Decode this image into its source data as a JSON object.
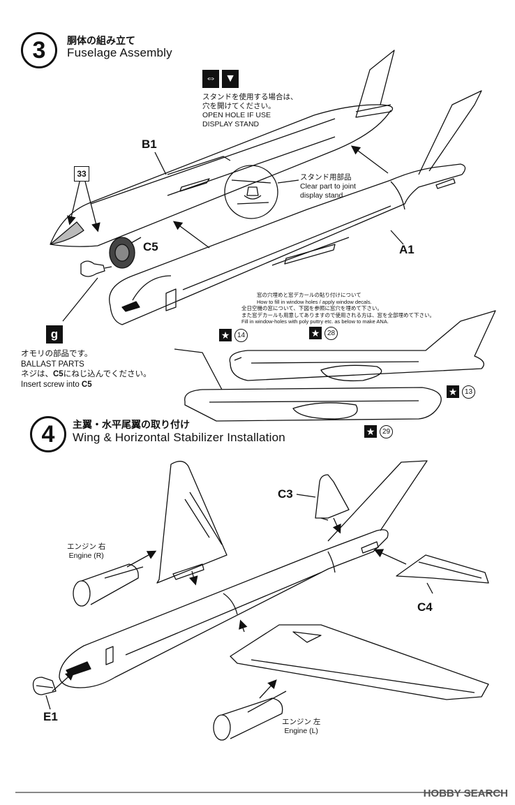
{
  "step3": {
    "number": "3",
    "title_jp": "胴体の組み立て",
    "title_en": "Fuselage Assembly",
    "hole_note": {
      "jp": "スタンドを使用する場合は、",
      "jp2": "穴を開けてください。",
      "en1": "OPEN HOLE IF USE",
      "en2": "DISPLAY STAND"
    },
    "stand_part": {
      "jp": "スタンド用部品",
      "en1": "Clear part to joint",
      "en2": "display stand"
    },
    "labels": {
      "b1": "B1",
      "a1": "A1",
      "c5": "C5",
      "part33": "33"
    },
    "ballast": {
      "icon": "g",
      "jp1": "オモリの部品です。",
      "en1": "BALLAST PARTS",
      "jp2": "ネジは、",
      "jp2_part": "C5",
      "jp2_end": "にねじ込んでください。",
      "en2": "Insert screw into ",
      "en2_part": "C5"
    },
    "window_note": {
      "l1": "窓の穴埋めと窓デカールの貼り付けについて",
      "l2": "How to fill in window holes / apply window decals.",
      "l3": "全日空機の窓について、下図を参照に窓穴を埋めて下さい。",
      "l4": "また窓デカールも用意してありますので使用される方は、窓を全部埋めて下さい。",
      "l5": "Fill in window-holes with poly puttry etc. as below to make ANA."
    },
    "decals": {
      "d14": "14",
      "d28": "28",
      "d13": "13",
      "d29": "29"
    }
  },
  "step4": {
    "number": "4",
    "title_jp": "主翼・水平尾翼の取り付け",
    "title_en": "Wing & Horizontal Stabilizer Installation",
    "labels": {
      "c3": "C3",
      "c4": "C4",
      "e1": "E1"
    },
    "engine_r": {
      "jp": "エンジン 右",
      "en": "Engine (R)"
    },
    "engine_l": {
      "jp": "エンジン 左",
      "en": "Engine (L)"
    }
  },
  "watermark": "HOBBY SEARCH"
}
